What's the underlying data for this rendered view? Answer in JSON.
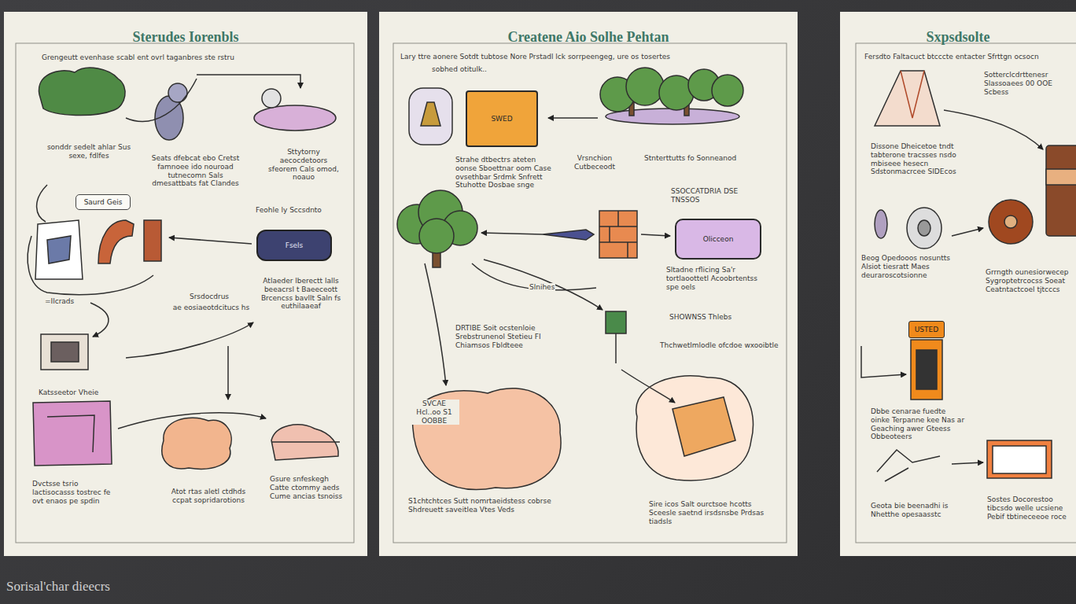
{
  "diagram": {
    "caption": "Sorisal'char dieecrs",
    "nodes": [
      {
        "text": [
          "Sterudes Iorenbls"
        ]
      },
      {
        "text": [
          "Createne Aio Solhe Pehtan"
        ]
      },
      {
        "text": [
          "Sxpsdsolte"
        ]
      },
      {
        "text": [
          "Saurd Geis"
        ],
        "in": 0
      },
      {
        "text": [
          "Fsels"
        ],
        "in": 0
      },
      {
        "text": [
          "SWED"
        ],
        "in": 1
      },
      {
        "text": [
          "Olicceon"
        ],
        "in": 1
      },
      {
        "text": [
          "USTED"
        ],
        "in": 2
      }
    ],
    "labels": [
      "Grengeutt evenhase scabl ent ovrl taganbres ste rstru",
      "sonddr sedelt ahlar Sus sexe, fdlfes",
      "Seats dfebcat ebo Cretst famnoee ido nouroad tutnecomn Sals dmesattbats fat Clandes",
      "Sttytorny aecocdetoors sfeorem Cals omod, noauo",
      "Feohle ly Sccsdnto",
      "Srsdocdrus",
      "ae eosiaeotdcitucs hs",
      "Atlaeder lberectt lalls beeacrsl t Baeeceott Brcencss bavllt Saln fs euthilaaeaf",
      "=Ilcrads",
      "Katsseetor Vheie",
      "Dvctsse tsrio lactisocasss tostrec fe ovt enaos pe spdin",
      "Atot rtas aletl ctdhds ccpat sopridarotions",
      "Gsure snfeskegh Catte ctommy aeds Cume ancias tsnoiss",
      "Lary ttre aonere Sotdt tubtose Nore Prstadl lck sorrpeengeg, ure os tosertes",
      "sobhed otitulk..",
      "Strahe dtbectrs ateten oonse Sboettnar oom Case ovsethbar Srdmk Snfrett Stuhotte Dosbae snge",
      "Vrsnchion Cutbeceodt",
      "Stnterttutts fo Sonneanod",
      "SSOCCATDRIA DSE TNSSOS",
      "Slnihes",
      "Sltadne rflicing Sa'r tortlaoottetl Acoobrtentss spe oels",
      "SHOWNSS Thlebs",
      "Thchwetlmlodle ofcdoe wxooibtle",
      "DRTIBE Soit ocstenloie Srebstrunenol Stetieu FI Chiamsos Fbldteee",
      "SVCAE Hcl..oo S1 OOBBE",
      "S1chtchtces Sutt nomrtaeidstess cobrse Shdreuett saveitlea Vtes Veds",
      "Sire icos Salt ourctsoe hcotts Sceesle saetnd irsdsnsbe Prdsas tiadsls",
      "Fersdto Faltacuct btcccte entacter Sfrttgn ocsocn",
      "Sotterclcdrttenesr Slassoaees 00 OOE Scbess",
      "Dissone Dheicetoe tndt tabterone tracsses nsdo mbiseee hesecn Sdstonmacrcee SIDEcos",
      "Beog Opedooos nosuntts Alsiot tiesratt Maes deuraroscotsionne",
      "Grrngth ounesiorwecep Sygroptetrcocss Soeat Ceatntactcoel tjtcccs",
      "Dbbe cenarae fuedte oinke Terpanne kee Nas ar Geaching awer Gteess Obbeoteers",
      "Geota bie beenadhi is Nhetthe opesaasstc",
      "Sostes Docorestoo tibcsdo welle ucsiene Pebif tbtineceeoe roce"
    ]
  }
}
